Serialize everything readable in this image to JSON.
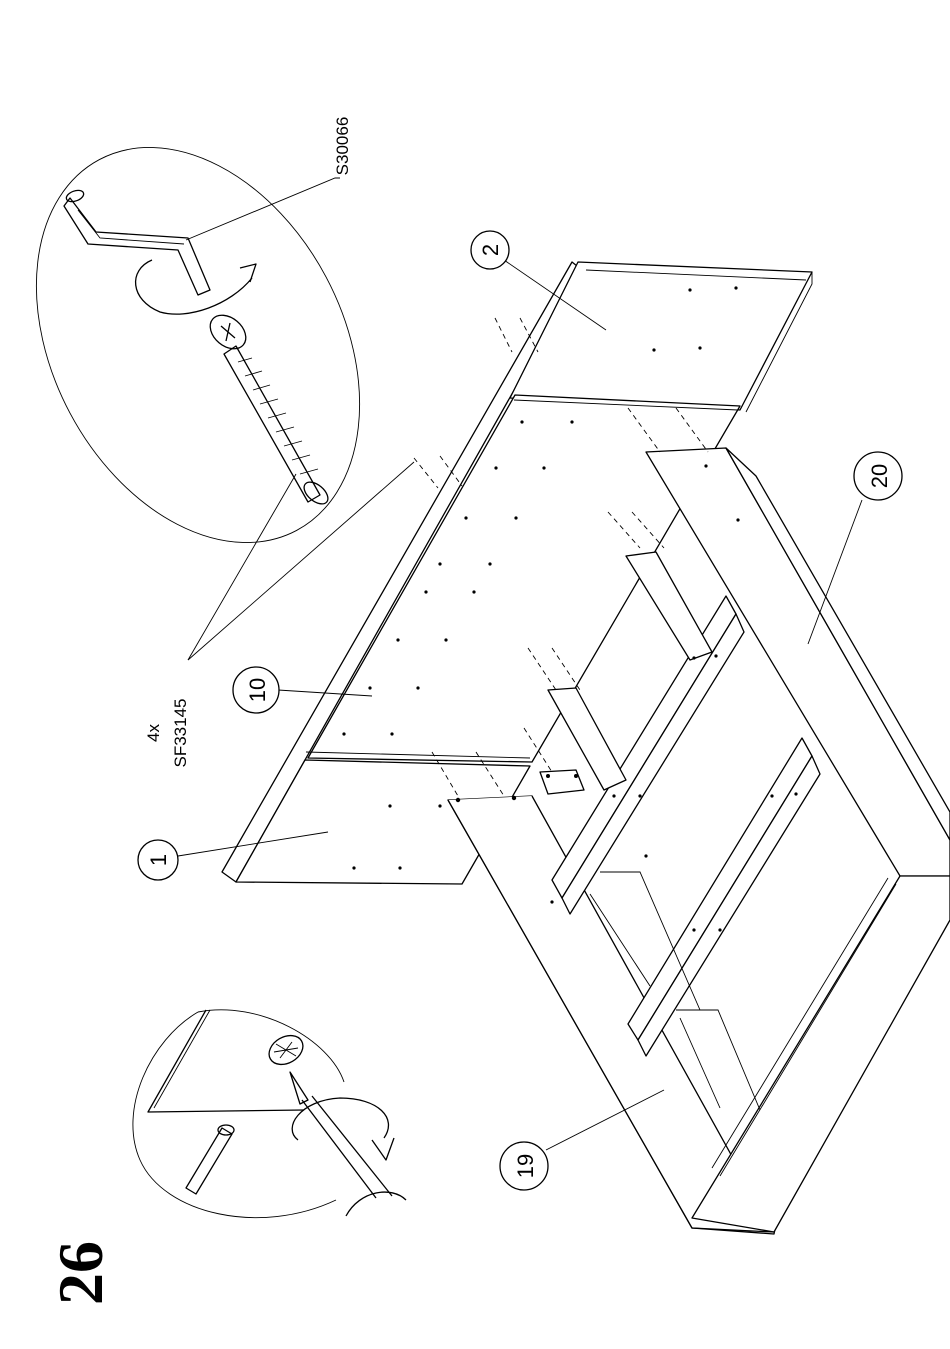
{
  "step_number": "26",
  "hardware": {
    "screw_quantity": "4x",
    "screw_code": "SF33145",
    "key_code": "S30066"
  },
  "parts": {
    "part_1": "1",
    "part_2": "2",
    "part_10": "10",
    "part_19": "19",
    "part_20": "20"
  },
  "icons": [
    "allen-key-icon",
    "screw-icon",
    "screwdriver-icon",
    "cam-lock-icon",
    "rotation-arrow-icon"
  ]
}
